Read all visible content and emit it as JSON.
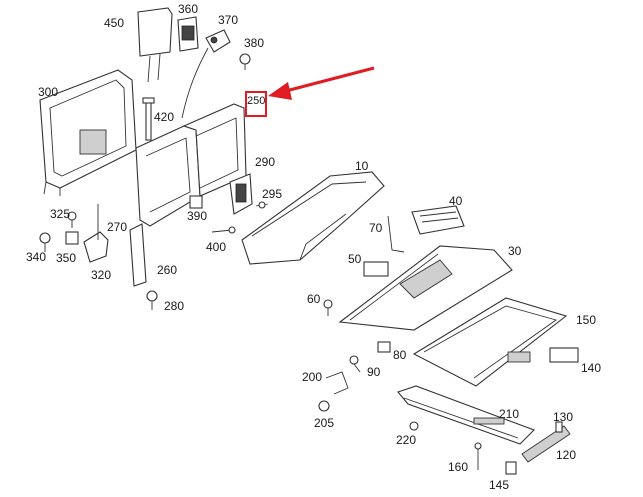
{
  "colors": {
    "highlight": "#e11b22",
    "line": "#333333",
    "background": "#ffffff"
  },
  "labels": {
    "p10": "10",
    "p30": "30",
    "p40": "40",
    "p50": "50",
    "p60": "60",
    "p70": "70",
    "p80": "80",
    "p90": "90",
    "p120": "120",
    "p130": "130",
    "p140": "140",
    "p145": "145",
    "p150": "150",
    "p160": "160",
    "p200": "200",
    "p205": "205",
    "p210": "210",
    "p220": "220",
    "p250": "250",
    "p260": "260",
    "p270": "270",
    "p280": "280",
    "p290": "290",
    "p295": "295",
    "p300": "300",
    "p320": "320",
    "p325": "325",
    "p340": "340",
    "p350": "350",
    "p360": "360",
    "p370": "370",
    "p380": "380",
    "p390": "390",
    "p400": "400",
    "p420": "420",
    "p450": "450"
  }
}
